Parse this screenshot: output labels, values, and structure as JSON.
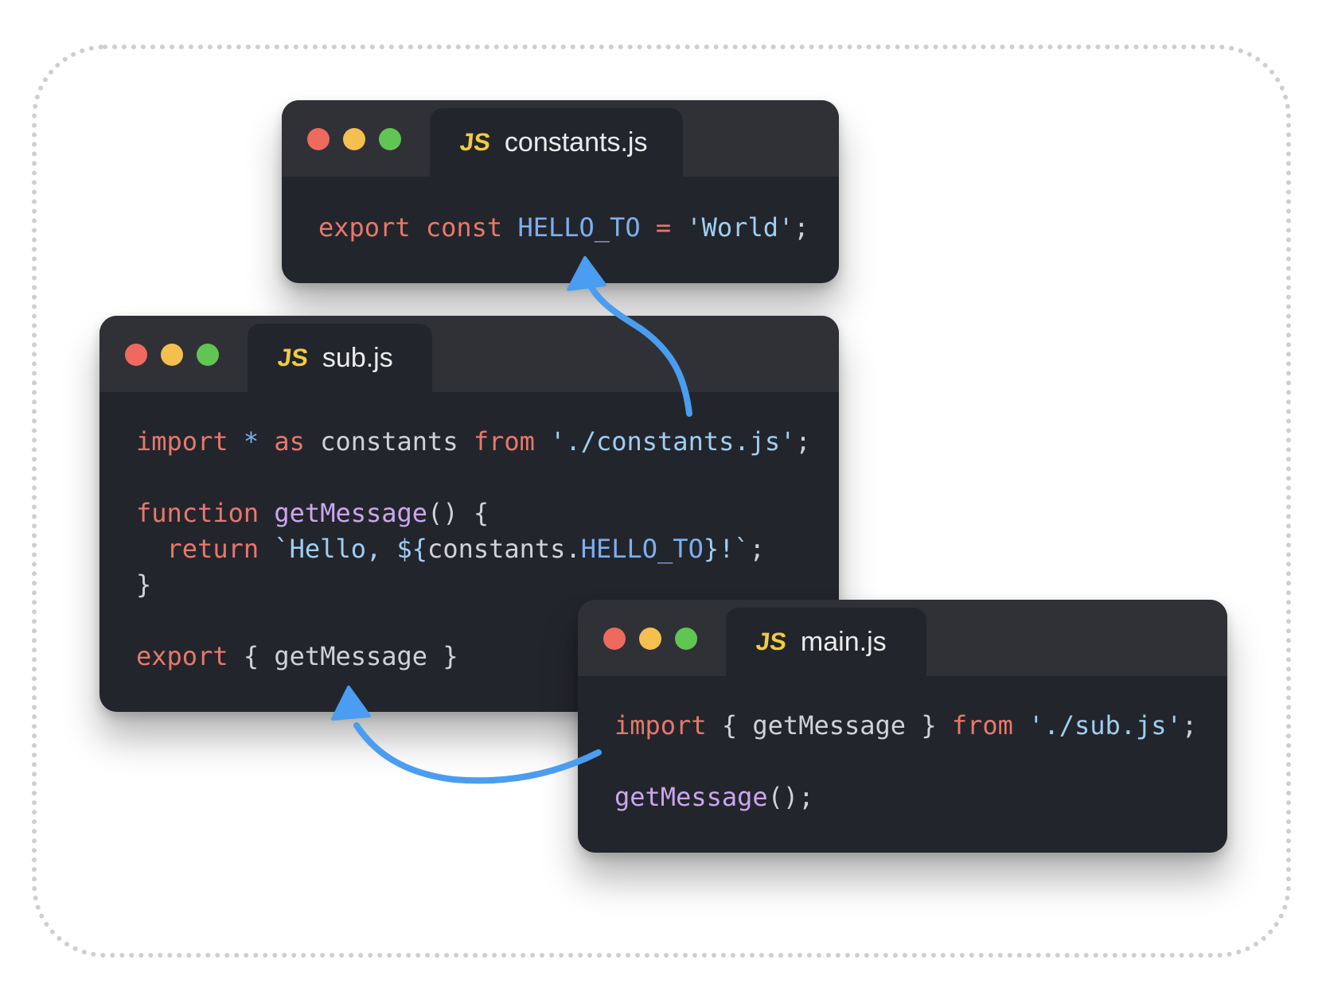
{
  "windows": {
    "constants": {
      "tab_badge": "JS",
      "filename": "constants.js",
      "lines": [
        [
          {
            "t": "export",
            "c": "k"
          },
          {
            "t": " "
          },
          {
            "t": "const",
            "c": "k"
          },
          {
            "t": " "
          },
          {
            "t": "HELLO_TO",
            "c": "v"
          },
          {
            "t": " "
          },
          {
            "t": "=",
            "c": "k"
          },
          {
            "t": " "
          },
          {
            "t": "'World'",
            "c": "s"
          },
          {
            "t": ";"
          }
        ]
      ]
    },
    "sub": {
      "tab_badge": "JS",
      "filename": "sub.js",
      "lines": [
        [
          {
            "t": "import",
            "c": "k"
          },
          {
            "t": " "
          },
          {
            "t": "*",
            "c": "v"
          },
          {
            "t": " "
          },
          {
            "t": "as",
            "c": "k"
          },
          {
            "t": " constants "
          },
          {
            "t": "from",
            "c": "k"
          },
          {
            "t": " "
          },
          {
            "t": "'./constants.js'",
            "c": "s"
          },
          {
            "t": ";"
          }
        ],
        [],
        [
          {
            "t": "function",
            "c": "k"
          },
          {
            "t": " "
          },
          {
            "t": "getMessage",
            "c": "f"
          },
          {
            "t": "() {"
          }
        ],
        [
          {
            "t": "  "
          },
          {
            "t": "return",
            "c": "k"
          },
          {
            "t": " "
          },
          {
            "t": "`Hello, ${",
            "c": "s"
          },
          {
            "t": "constants."
          },
          {
            "t": "HELLO_TO",
            "c": "v"
          },
          {
            "t": "}!`",
            "c": "s"
          },
          {
            "t": ";"
          }
        ],
        [
          {
            "t": "}"
          }
        ],
        [],
        [
          {
            "t": "export",
            "c": "k"
          },
          {
            "t": " { getMessage }"
          }
        ]
      ]
    },
    "main": {
      "tab_badge": "JS",
      "filename": "main.js",
      "lines": [
        [
          {
            "t": "import",
            "c": "k"
          },
          {
            "t": " { getMessage } "
          },
          {
            "t": "from",
            "c": "k"
          },
          {
            "t": " "
          },
          {
            "t": "'./sub.js'",
            "c": "s"
          },
          {
            "t": ";"
          }
        ],
        [],
        [
          {
            "t": "getMessage",
            "c": "f"
          },
          {
            "t": "();"
          }
        ]
      ]
    }
  },
  "colors": {
    "window_bg": "#23252c",
    "titlebar_bg": "#303137",
    "keyword": "#e8786b",
    "variable": "#7cb0ee",
    "string": "#9fcff2",
    "function": "#cba6ef",
    "arrow": "#4a9df0",
    "js_badge": "#f0cd3c"
  }
}
